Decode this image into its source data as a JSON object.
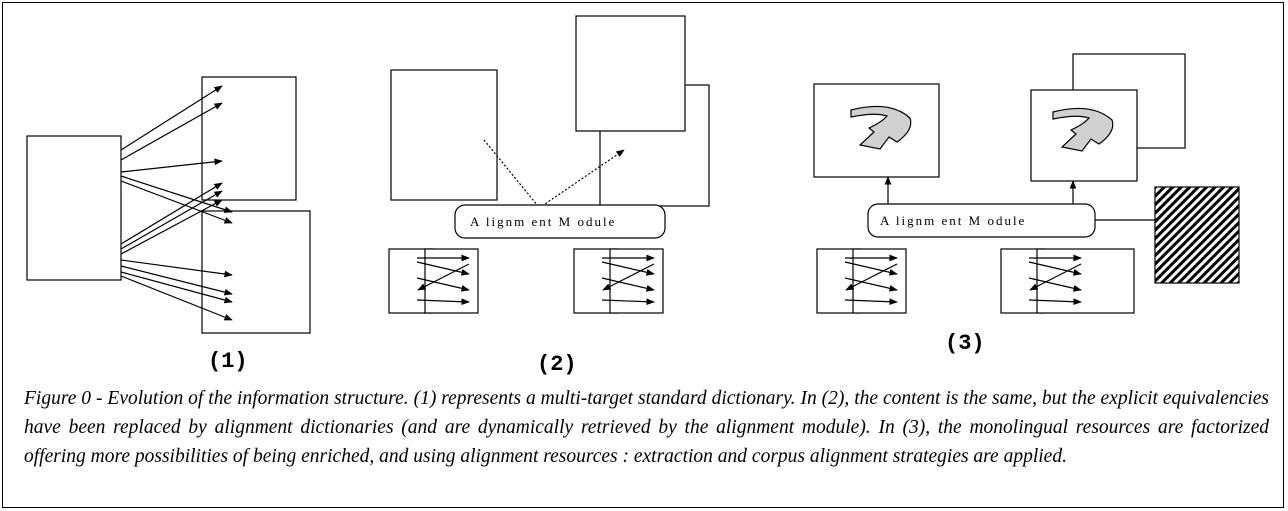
{
  "panels": {
    "panel1": {
      "label": "(1)"
    },
    "panel2": {
      "label": "(2)",
      "module_label": "A lignm ent M odule"
    },
    "panel3": {
      "label": "(3)",
      "module_label": "A lignm ent M odule"
    }
  },
  "caption": "Figure 0 - Evolution of the information structure. (1) represents a multi-target standard dictionary. In (2), the content is the same, but the explicit equivalencies have been replaced by alignment dictionaries (and are dynamically retrieved by the alignment module). In (3), the monolingual resources are factorized offering more possibilities of being enriched, and using alignment resources : extraction and corpus alignment strategies are applied."
}
